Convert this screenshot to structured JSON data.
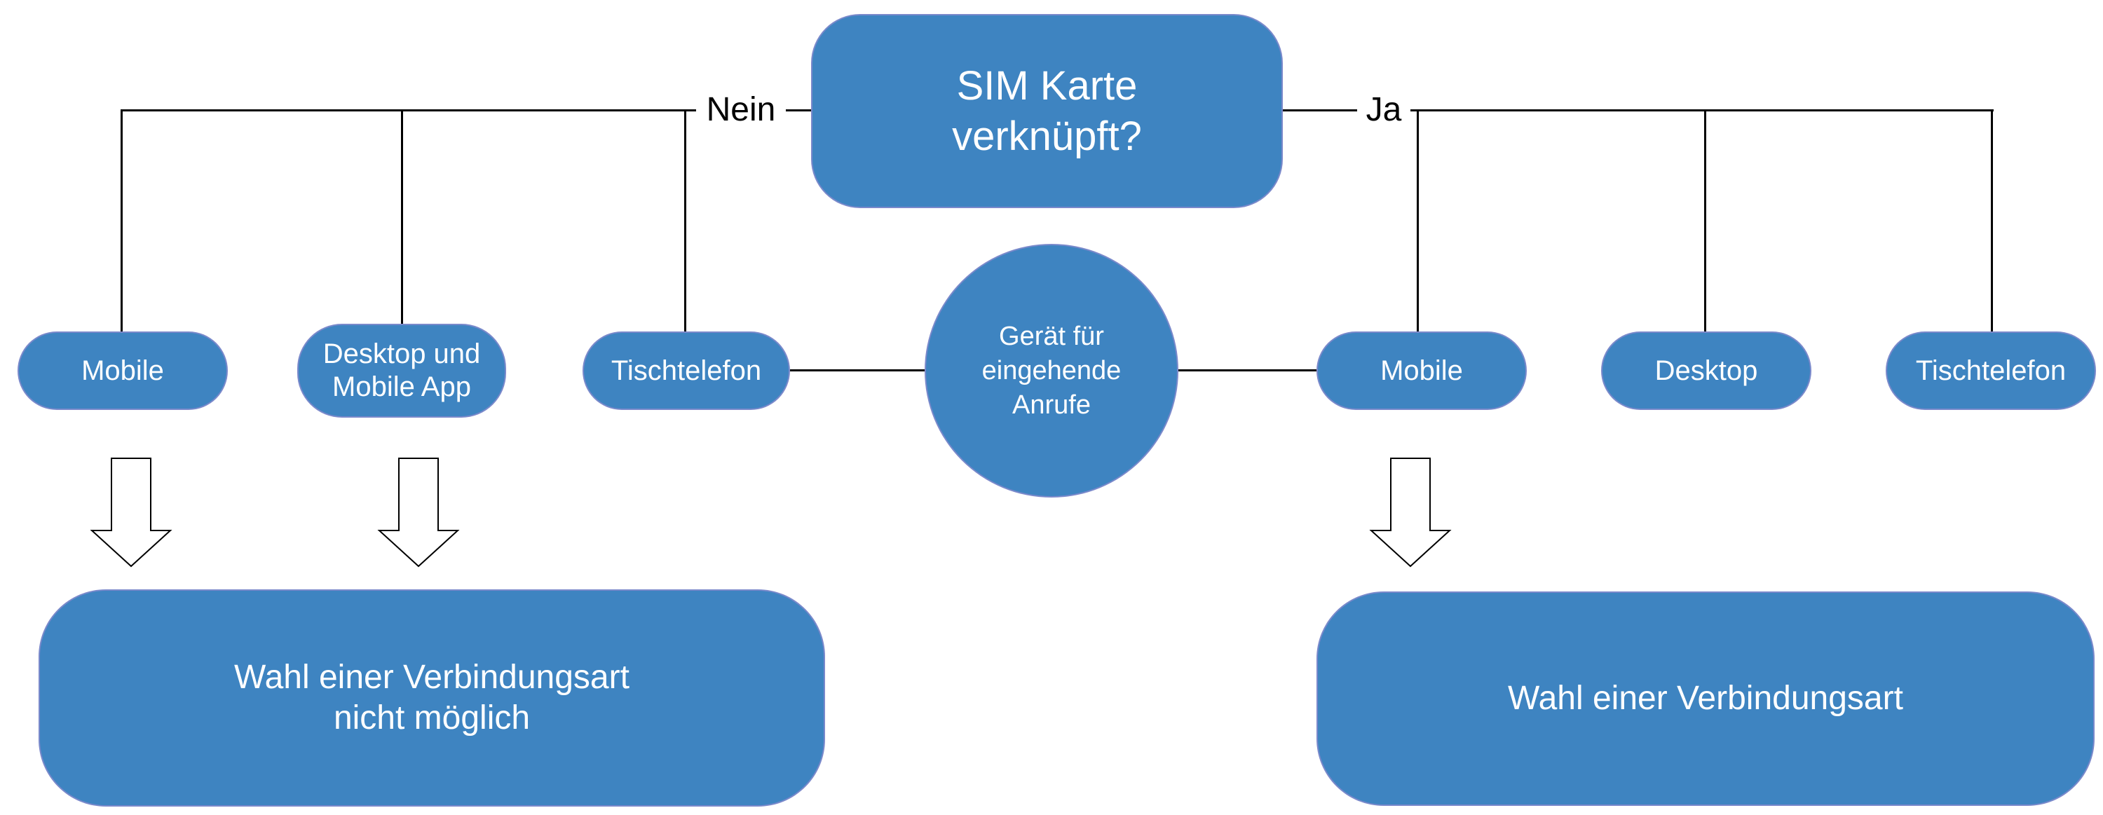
{
  "colors": {
    "shape_fill": "#3E84C1",
    "shape_text": "#FFFFFF",
    "connector": "#000000",
    "shape_edge": "#AC8ED4"
  },
  "decision": {
    "line1": "SIM Karte",
    "line2": "verknüpft?"
  },
  "center_node": {
    "line1": "Gerät für",
    "line2": "eingehende",
    "line3": "Anrufe"
  },
  "edge_labels": {
    "no": "Nein",
    "yes": "Ja"
  },
  "no_branch": {
    "mobile": "Mobile",
    "desktop_app_line1": "Desktop und",
    "desktop_app_line2": "Mobile App",
    "tischtelefon": "Tischtelefon",
    "result_line1": "Wahl einer Verbindungsart",
    "result_line2": "nicht möglich"
  },
  "yes_branch": {
    "mobile": "Mobile",
    "desktop": "Desktop",
    "tischtelefon": "Tischtelefon",
    "result": "Wahl einer Verbindungsart"
  }
}
